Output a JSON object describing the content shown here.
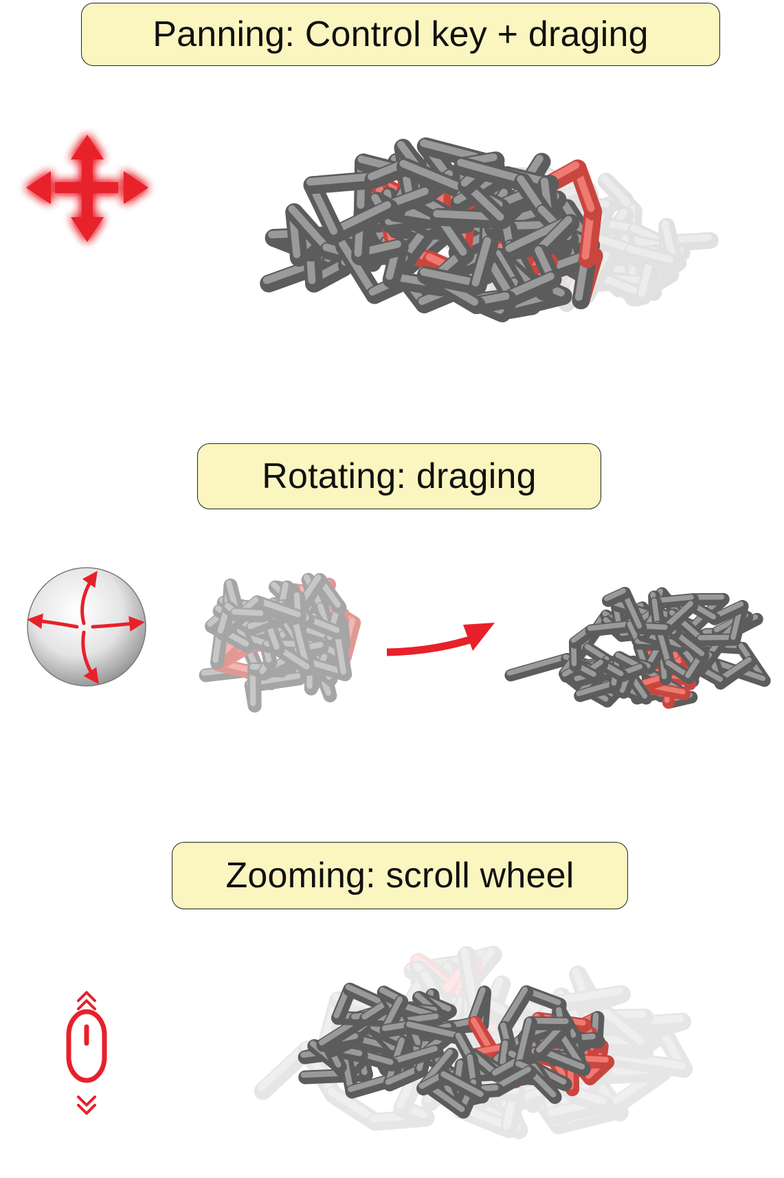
{
  "sections": [
    {
      "id": "panning",
      "label": "Panning: Control key + draging",
      "icon": "move-arrows-icon"
    },
    {
      "id": "rotating",
      "label": "Rotating: draging",
      "icon": "rotate-sphere-icon"
    },
    {
      "id": "zooming",
      "label": "Zooming: scroll wheel",
      "icon": "mouse-scroll-icon"
    }
  ],
  "colors": {
    "accent": "#e8202a",
    "label_fill": "#fbf6c0",
    "molecule_gray": "#6a6a6a",
    "molecule_highlight": "#d9544c"
  }
}
